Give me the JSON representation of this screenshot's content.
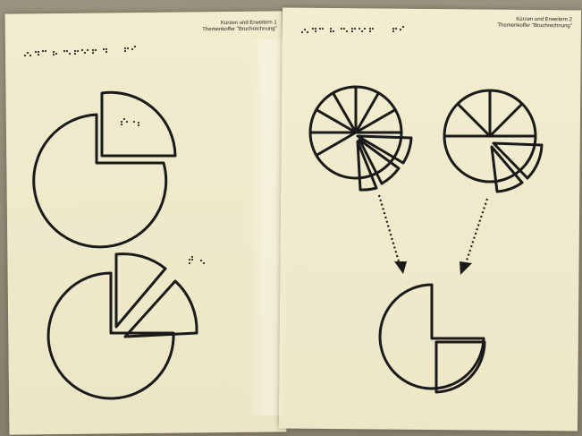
{
  "left_sheet": {
    "title": "Kürzen und Erweitern 1",
    "subtitle": "Themenkoffer \"Bruchrechnung\""
  },
  "right_sheet": {
    "title": "Kürzen und Erweitern 2",
    "subtitle": "Themenkoffer \"Bruchrechnung\""
  },
  "colors": {
    "paper": "#f2edcf",
    "ink": "#1a1a1a",
    "background": "#8f8676"
  }
}
